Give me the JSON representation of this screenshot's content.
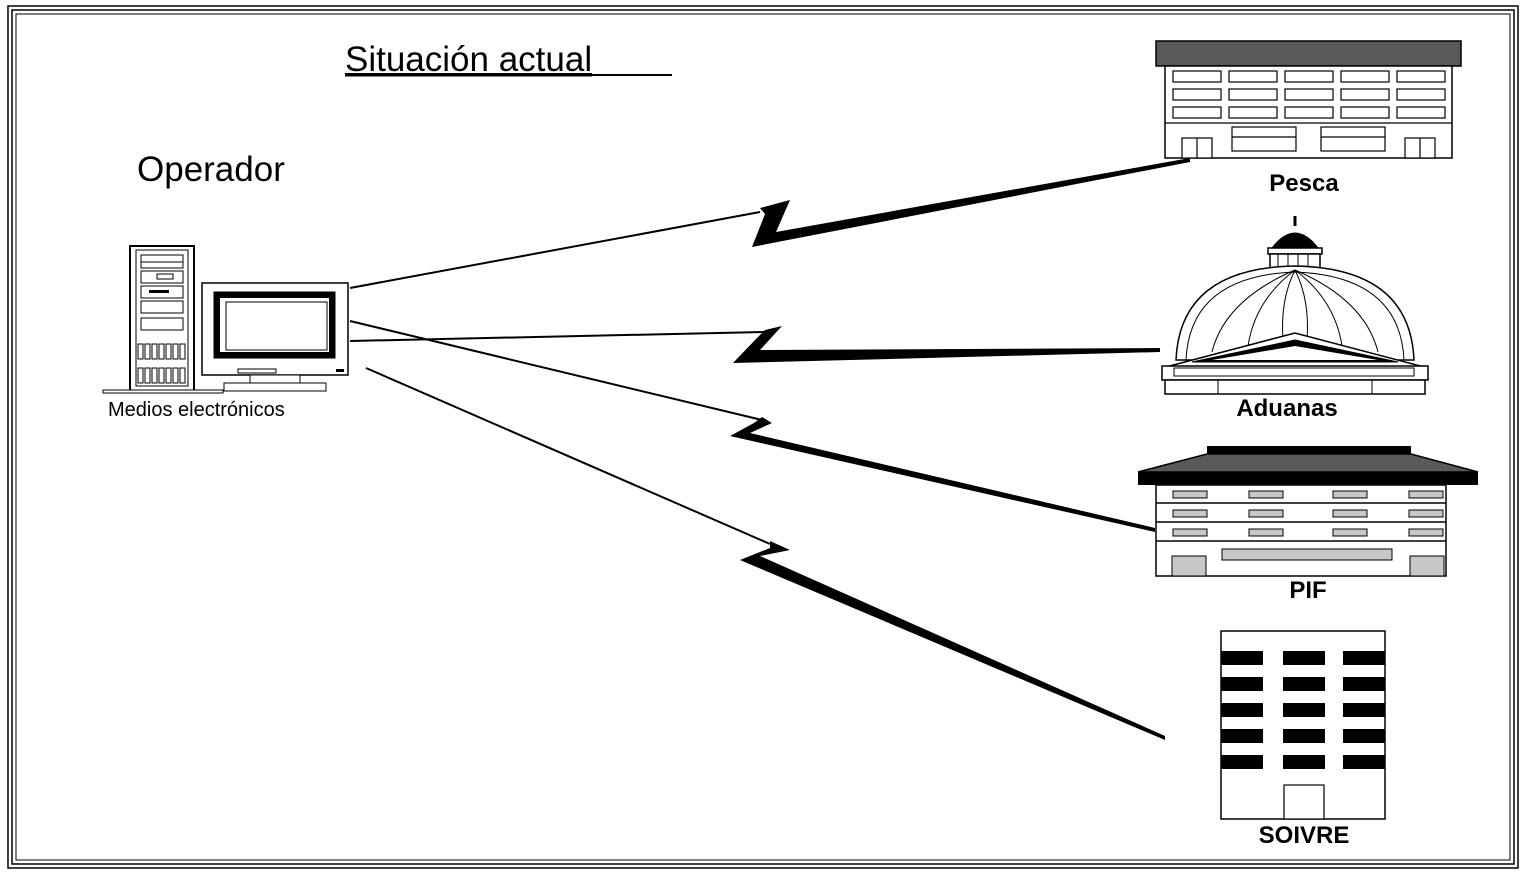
{
  "title": "Situación actual",
  "operator": {
    "label": "Operador",
    "device_label": "Medios electrónicos"
  },
  "nodes": [
    {
      "id": "pesca",
      "label": "Pesca",
      "icon": "office-building-icon"
    },
    {
      "id": "aduanas",
      "label": "Aduanas",
      "icon": "domed-building-icon"
    },
    {
      "id": "pif",
      "label": "PIF",
      "icon": "low-rise-building-icon"
    },
    {
      "id": "soivre",
      "label": "SOIVRE",
      "icon": "tower-building-icon"
    }
  ],
  "colors": {
    "ink": "#000000",
    "roof": "#595959",
    "window": "#c8c8c8",
    "paper": "#ffffff"
  }
}
